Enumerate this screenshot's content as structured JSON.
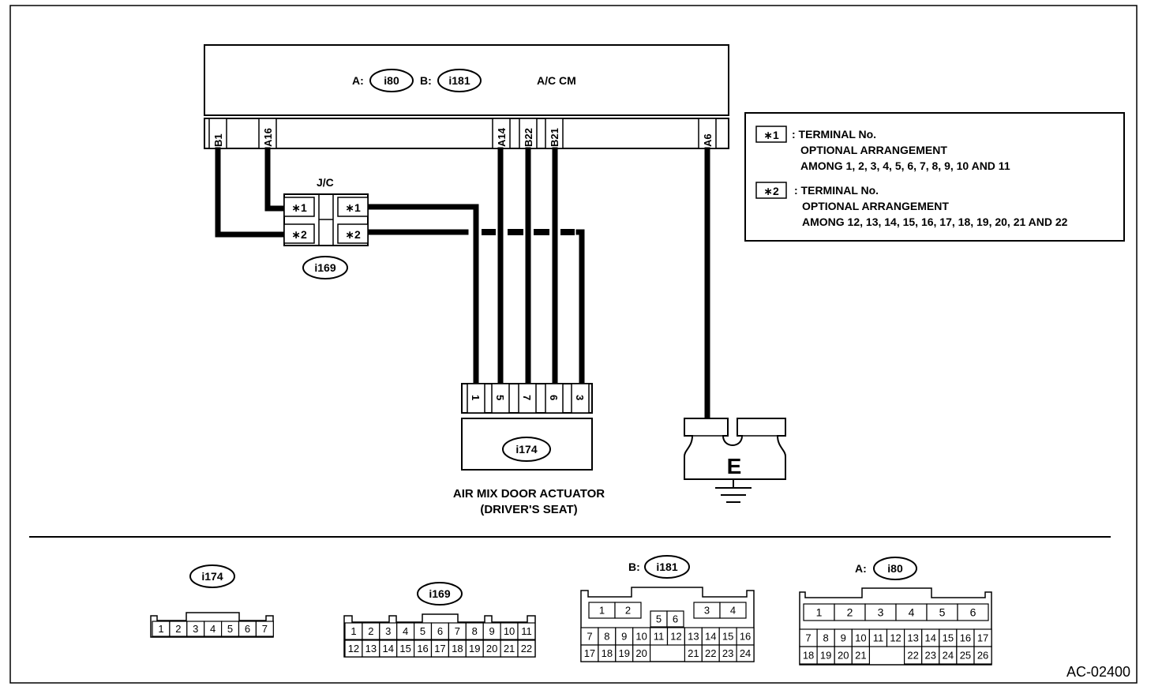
{
  "module": {
    "title": "A/C CM",
    "connector_a_prefix": "A:",
    "connector_a": "i80",
    "connector_b_prefix": "B:",
    "connector_b": "i181",
    "pins": [
      "B1",
      "A16",
      "A14",
      "B22",
      "B21",
      "A6"
    ]
  },
  "junction": {
    "label": "J/C",
    "connector": "i169",
    "pins": [
      "∗1",
      "∗2",
      "∗1",
      "∗2"
    ]
  },
  "legend": {
    "items": [
      {
        "mark": "∗1",
        "line1": ": TERMINAL No.",
        "line2": "OPTIONAL ARRANGEMENT",
        "line3": "AMONG 1, 2, 3, 4, 5, 6, 7, 8, 9, 10 AND 11"
      },
      {
        "mark": "∗2",
        "line1": ": TERMINAL No.",
        "line2": "OPTIONAL ARRANGEMENT",
        "line3": "AMONG 12, 13, 14, 15, 16, 17, 18, 19, 20, 21 AND 22"
      }
    ]
  },
  "actuator": {
    "connector": "i174",
    "pins": [
      "1",
      "5",
      "7",
      "6",
      "3"
    ],
    "name_line1": "AIR MIX DOOR ACTUATOR",
    "name_line2": "(DRIVER'S SEAT)"
  },
  "ground": {
    "label": "E"
  },
  "connector_views": {
    "i174": {
      "label": "i174",
      "row1": [
        "1",
        "2",
        "3",
        "4",
        "5",
        "6",
        "7"
      ]
    },
    "i169": {
      "label": "i169",
      "row1": [
        "1",
        "2",
        "3",
        "4",
        "5",
        "6",
        "7",
        "8",
        "9",
        "10",
        "11"
      ],
      "row2": [
        "12",
        "13",
        "14",
        "15",
        "16",
        "17",
        "18",
        "19",
        "20",
        "21",
        "22"
      ]
    },
    "i181": {
      "prefix": "B:",
      "label": "i181",
      "top_left": [
        "1",
        "2"
      ],
      "top_mid": [
        "5",
        "6"
      ],
      "top_right": [
        "3",
        "4"
      ],
      "row2": [
        "7",
        "8",
        "9",
        "10",
        "11",
        "12",
        "13",
        "14",
        "15",
        "16"
      ],
      "row3_left": [
        "17",
        "18",
        "19",
        "20"
      ],
      "row3_right": [
        "21",
        "22",
        "23",
        "24"
      ]
    },
    "i80": {
      "prefix": "A:",
      "label": "i80",
      "row1": [
        "1",
        "2",
        "3",
        "4",
        "5",
        "6"
      ],
      "row2": [
        "7",
        "8",
        "9",
        "10",
        "11",
        "12",
        "13",
        "14",
        "15",
        "16",
        "17"
      ],
      "row3_left": [
        "18",
        "19",
        "20",
        "21"
      ],
      "row3_right": [
        "22",
        "23",
        "24",
        "25",
        "26"
      ]
    }
  },
  "footer": {
    "code": "AC-02400"
  }
}
